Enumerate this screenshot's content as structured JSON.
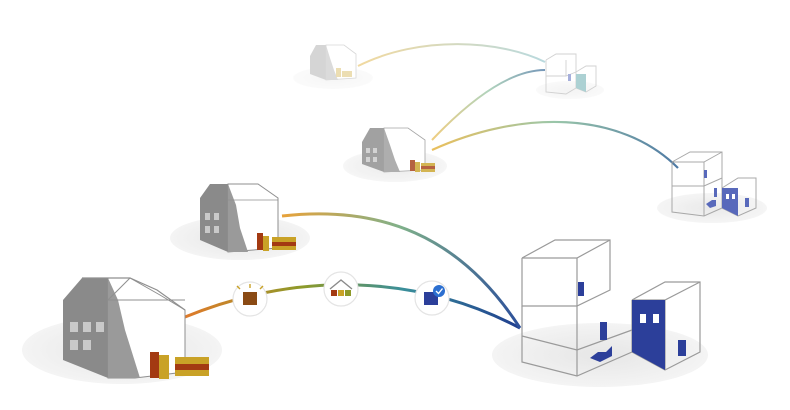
{
  "colors": {
    "background": "#ffffff",
    "shadow": "#ececec",
    "house_dark": "#8a8a8a",
    "house_light": "#ffffff",
    "house_stroke": "#8f8f8f",
    "window": "#c9c9c9",
    "box_gold": "#c9a227",
    "box_brown": "#7a4a12",
    "box_red": "#a33a12",
    "building_blue": "#2c3f9a",
    "grid_stroke": "#9a9a9a",
    "flow_orange": "#e07a2a",
    "flow_olive": "#8d9a2a",
    "flow_teal": "#3a8f9a",
    "flow_navy": "#1f3d8f"
  },
  "icons": [
    "box-icon",
    "house-window-icon",
    "verified-document-icon"
  ],
  "diagram": {
    "sources": [
      {
        "name": "house-large",
        "opacity": 1
      },
      {
        "name": "house-medium",
        "opacity": 1
      },
      {
        "name": "house-small",
        "opacity": 0.75
      },
      {
        "name": "house-faded",
        "opacity": 0.35
      }
    ],
    "targets": [
      {
        "name": "building-large",
        "opacity": 1
      },
      {
        "name": "building-medium",
        "opacity": 0.85
      },
      {
        "name": "building-small",
        "opacity": 0.45
      }
    ],
    "flows": [
      {
        "from": "house-large",
        "to": "building-large",
        "steps": [
          "box-icon",
          "house-window-icon",
          "verified-document-icon"
        ]
      },
      {
        "from": "house-medium",
        "to": "building-large",
        "steps": []
      },
      {
        "from": "house-small",
        "to": "building-medium",
        "steps": []
      },
      {
        "from": "house-small",
        "to": "building-small",
        "steps": []
      },
      {
        "from": "house-faded",
        "to": "building-small",
        "steps": []
      }
    ]
  }
}
